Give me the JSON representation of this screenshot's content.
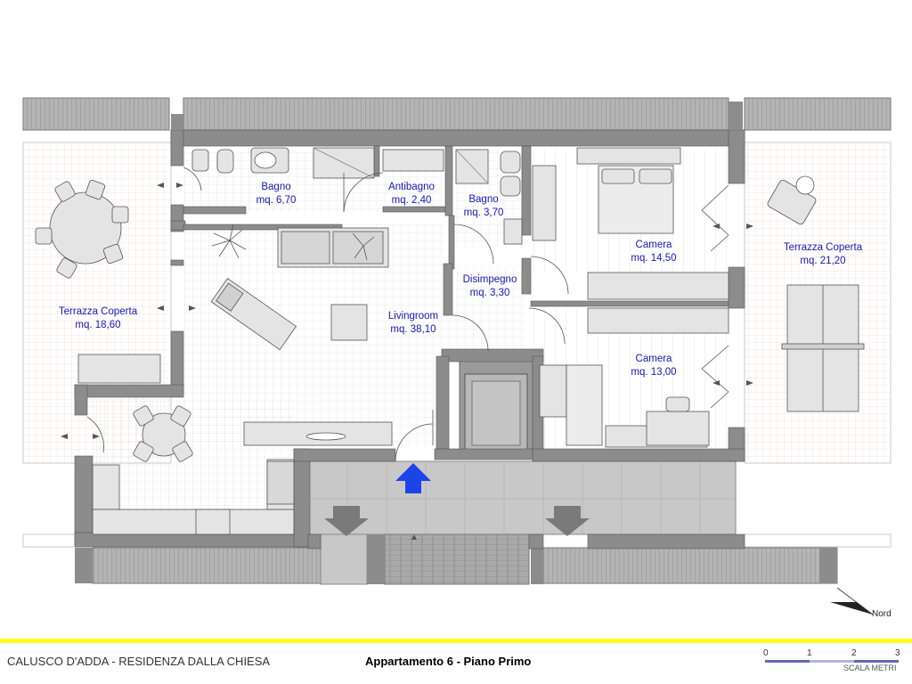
{
  "rooms": {
    "bagno_main": {
      "name": "Bagno",
      "area": "mq. 6,70"
    },
    "antibagno": {
      "name": "Antibagno",
      "area": "mq. 2,40"
    },
    "bagno_small": {
      "name": "Bagno",
      "area": "mq. 3,70"
    },
    "camera_1": {
      "name": "Camera",
      "area": "mq. 14,50"
    },
    "camera_2": {
      "name": "Camera",
      "area": "mq. 13,00"
    },
    "disimpegno": {
      "name": "Disimpegno",
      "area": "mq. 3,30"
    },
    "livingroom": {
      "name": "Livingroom",
      "area": "mq. 38,10"
    },
    "terrazza_left": {
      "name": "Terrazza Coperta",
      "area": "mq. 18,60"
    },
    "terrazza_right": {
      "name": "Terrazza Coperta",
      "area": "mq. 21,20"
    }
  },
  "footer": {
    "project": "CALUSCO D'ADDA - RESIDENZA DALLA CHIESA",
    "apartment": "Appartamento 6 - Piano Primo"
  },
  "scale": {
    "ticks": [
      "0",
      "1",
      "2",
      "3"
    ],
    "unit": "SCALA METRI"
  },
  "north": {
    "label": "Nord"
  },
  "colors": {
    "wall": "#8c8c8c",
    "hatch": "#a8a8a8",
    "label": "#1818a8",
    "entrance_arrow": "#1e44e8",
    "footer_line": "#ffff1a"
  }
}
